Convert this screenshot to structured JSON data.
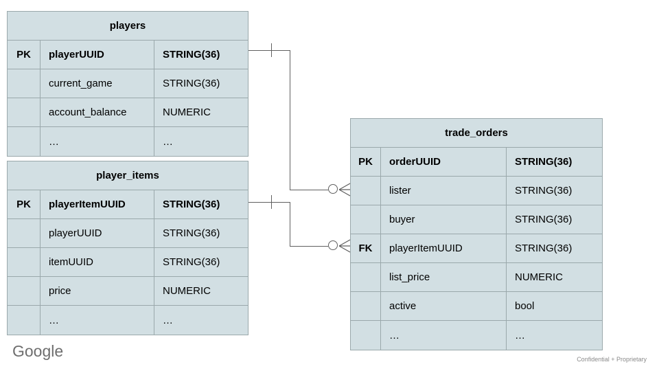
{
  "diagram": {
    "type": "entity-relationship-diagram",
    "notation": "crows-foot",
    "background_color": "#ffffff",
    "entity_fill_color": "#d2dfe3",
    "entity_border_color": "#9aa8ab",
    "connector_color": "#5f5f5f"
  },
  "entities": [
    {
      "name": "players",
      "columns_header": [
        "key",
        "column_name",
        "data_type"
      ],
      "rows": [
        {
          "key": "PK",
          "name": "playerUUID",
          "type": "STRING(36)"
        },
        {
          "key": "",
          "name": "current_game",
          "type": "STRING(36)"
        },
        {
          "key": "",
          "name": "account_balance",
          "type": "NUMERIC"
        },
        {
          "key": "",
          "name": "…",
          "type": "…"
        }
      ]
    },
    {
      "name": "player_items",
      "columns_header": [
        "key",
        "column_name",
        "data_type"
      ],
      "rows": [
        {
          "key": "PK",
          "name": "playerItemUUID",
          "type": "STRING(36)"
        },
        {
          "key": "",
          "name": "playerUUID",
          "type": "STRING(36)"
        },
        {
          "key": "",
          "name": "itemUUID",
          "type": "STRING(36)"
        },
        {
          "key": "",
          "name": "price",
          "type": "NUMERIC"
        },
        {
          "key": "",
          "name": "…",
          "type": "…"
        }
      ]
    },
    {
      "name": "trade_orders",
      "columns_header": [
        "key",
        "column_name",
        "data_type"
      ],
      "rows": [
        {
          "key": "PK",
          "name": "orderUUID",
          "type": "STRING(36)"
        },
        {
          "key": "",
          "name": "lister",
          "type": "STRING(36)"
        },
        {
          "key": "",
          "name": "buyer",
          "type": "STRING(36)"
        },
        {
          "key": "FK",
          "name": "playerItemUUID",
          "type": "STRING(36)"
        },
        {
          "key": "",
          "name": "list_price",
          "type": "NUMERIC"
        },
        {
          "key": "",
          "name": "active",
          "type": "bool"
        },
        {
          "key": "",
          "name": "…",
          "type": "…"
        }
      ]
    }
  ],
  "relationships": [
    {
      "from_entity": "players",
      "from_column": "playerUUID",
      "from_cardinality": "one",
      "to_entity": "trade_orders",
      "to_column": "lister",
      "to_cardinality": "zero-or-many"
    },
    {
      "from_entity": "player_items",
      "from_column": "playerItemUUID",
      "from_cardinality": "one",
      "to_entity": "trade_orders",
      "to_column": "playerItemUUID",
      "to_cardinality": "zero-or-many"
    }
  ],
  "footer": {
    "logo_text": "Google",
    "confidential_text": "Confidential + Proprietary"
  }
}
